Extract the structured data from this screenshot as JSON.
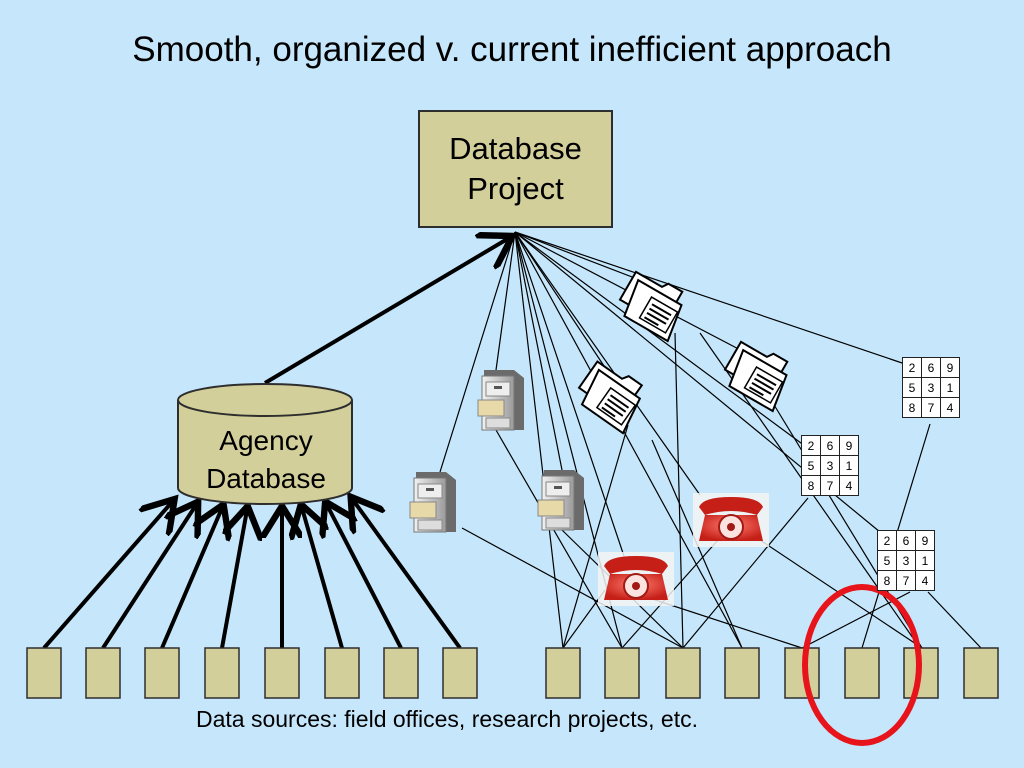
{
  "title": "Smooth, organized v. current inefficient approach",
  "database_project": {
    "line1": "Database",
    "line2": "Project"
  },
  "agency_database": {
    "line1": "Agency",
    "line2": "Database"
  },
  "footer_caption": "Data sources:  field offices, research projects, etc.",
  "number_grid": [
    [
      "2",
      "6",
      "9"
    ],
    [
      "5",
      "3",
      "1"
    ],
    [
      "8",
      "7",
      "4"
    ]
  ],
  "colors": {
    "background": "#c6e7fb",
    "box_fill": "#d3cf9b",
    "highlight_ellipse": "#e8141b",
    "phone_red": "#d9332a"
  },
  "icons": {
    "file_cabinet": "file-cabinet-icon",
    "phone": "rotary-phone-icon",
    "document": "document-icon"
  }
}
